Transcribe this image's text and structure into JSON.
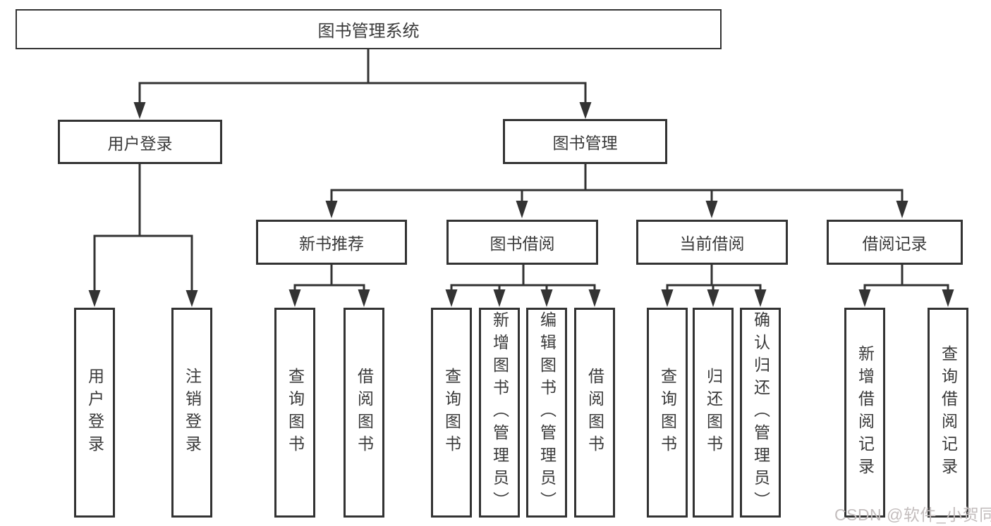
{
  "colors": {
    "line": "#333333",
    "text": "#3a3a3a",
    "background": "#ffffff",
    "watermark": "#c3bdbd"
  },
  "watermark": {
    "text": "CSDN @软件_小贺同学"
  },
  "diagram": {
    "root": {
      "label": "图书管理系统"
    },
    "level2": [
      {
        "label": "用户登录"
      },
      {
        "label": "图书管理"
      }
    ],
    "level3": [
      {
        "label": "新书推荐"
      },
      {
        "label": "图书借阅"
      },
      {
        "label": "当前借阅"
      },
      {
        "label": "借阅记录"
      }
    ],
    "leaves": {
      "user_login": [
        "用户登录",
        "注销登录"
      ],
      "new_book_recommend": [
        "查询图书",
        "借阅图书"
      ],
      "book_borrow": [
        "查询图书",
        "新增图书（管理员）",
        "编辑图书（管理员）",
        "借阅图书"
      ],
      "current_borrow": [
        "查询图书",
        "归还图书",
        "确认归还（管理员）"
      ],
      "borrow_records": [
        "新增借阅记录",
        "查询借阅记录"
      ]
    }
  }
}
